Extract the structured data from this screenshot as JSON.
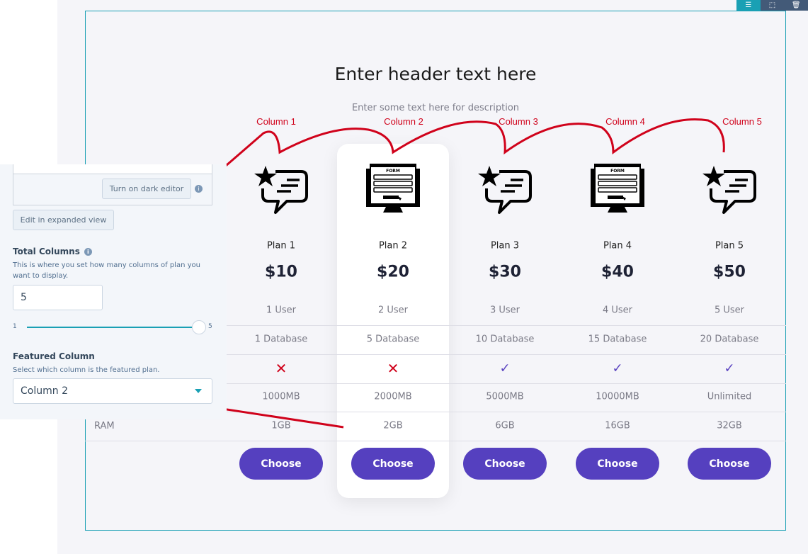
{
  "header": {
    "title": "Enter header text here",
    "description": "Enter some text here for description"
  },
  "toolbar": {
    "icons": [
      "list-icon",
      "select-icon",
      "trash-icon"
    ]
  },
  "plans": [
    {
      "name": "Plan 1",
      "price": "$10",
      "users": "1 User",
      "db": "1 Database",
      "feature": "cross",
      "storage": "1000MB",
      "ram": "1GB",
      "button": "Choose",
      "icon": "chat-star-icon"
    },
    {
      "name": "Plan 2",
      "price": "$20",
      "users": "2 User",
      "db": "5 Database",
      "feature": "cross",
      "storage": "2000MB",
      "ram": "2GB",
      "button": "Choose",
      "icon": "form-monitor-icon"
    },
    {
      "name": "Plan 3",
      "price": "$30",
      "users": "3 User",
      "db": "10 Database",
      "feature": "check",
      "storage": "5000MB",
      "ram": "6GB",
      "button": "Choose",
      "icon": "chat-star-icon"
    },
    {
      "name": "Plan 4",
      "price": "$40",
      "users": "4 User",
      "db": "15 Database",
      "feature": "check",
      "storage": "10000MB",
      "ram": "16GB",
      "button": "Choose",
      "icon": "form-monitor-icon"
    },
    {
      "name": "Plan 5",
      "price": "$50",
      "users": "5 User",
      "db": "20 Database",
      "feature": "check",
      "storage": "Unlimited",
      "ram": "32GB",
      "button": "Choose",
      "icon": "chat-star-icon"
    }
  ],
  "row_labels": {
    "ram": "RAM"
  },
  "annotations": [
    "Column 1",
    "Column 2",
    "Column 3",
    "Column 4",
    "Column 5"
  ],
  "panel": {
    "dark_editor": "Turn on dark editor",
    "expanded": "Edit in expanded view",
    "total_label": "Total Columns",
    "total_help": "This is where you set how many columns of plan you want to display.",
    "total_value": "5",
    "slider_min": "1",
    "slider_max": "5",
    "slider_value": 5,
    "featured_label": "Featured Column",
    "featured_help": "Select which column is the featured plan.",
    "featured_value": "Column 2"
  },
  "colors": {
    "accent": "#5540bf",
    "frame": "#1aa0b4",
    "annotation": "#d0021b"
  }
}
